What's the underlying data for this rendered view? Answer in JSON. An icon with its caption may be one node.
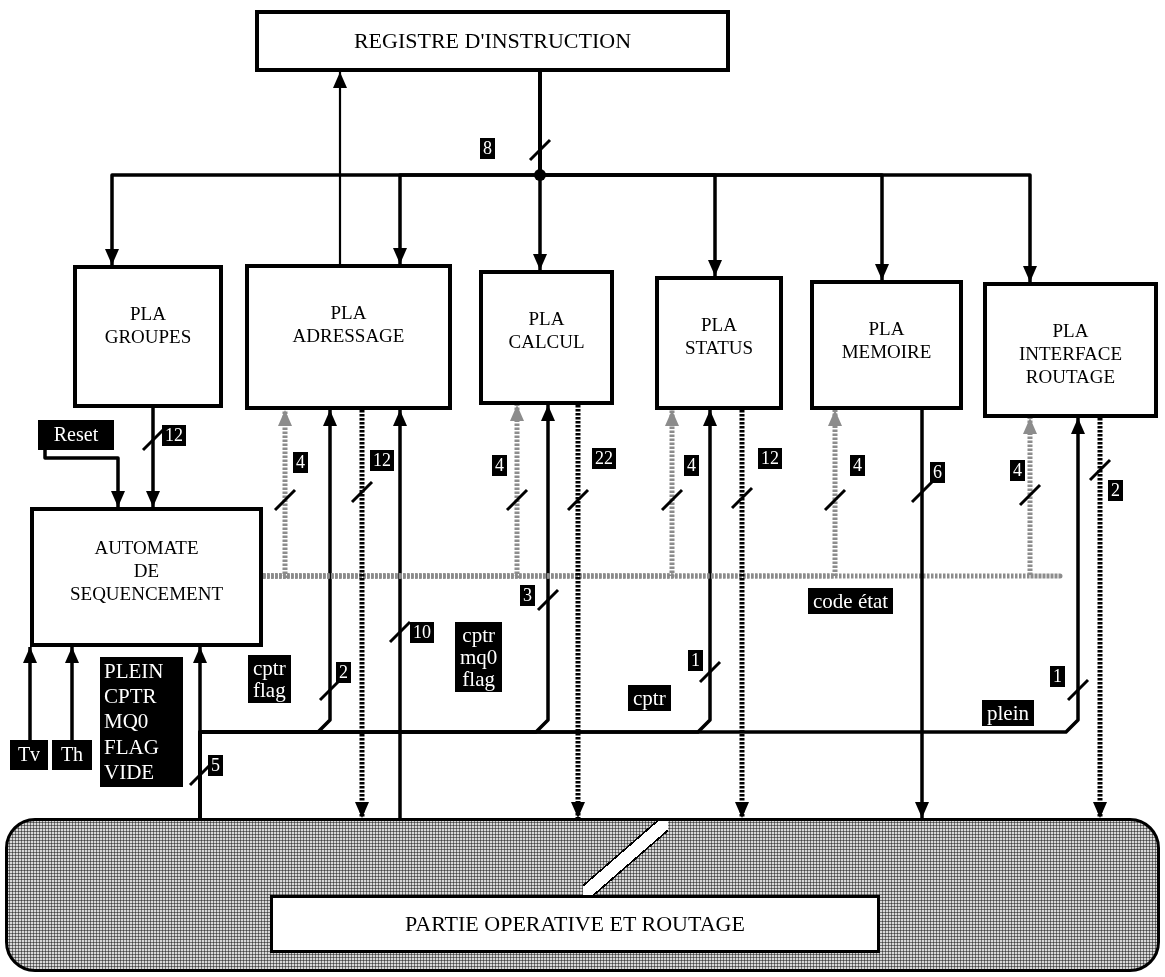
{
  "diagram": {
    "nodes": [
      {
        "text": [
          "REGISTRE D'INSTRUCTION"
        ]
      },
      {
        "text": [
          "PLA GROUPES"
        ]
      },
      {
        "text": [
          "PLA ADRESSAGE"
        ]
      },
      {
        "text": [
          "PLA CALCUL"
        ]
      },
      {
        "text": [
          "PLA STATUS"
        ]
      },
      {
        "text": [
          "PLA MEMOIRE"
        ]
      },
      {
        "text": [
          "PLA INTERFACE ROUTAGE"
        ]
      },
      {
        "text": [
          "AUTOMATE DE SEQUENCEMENT"
        ]
      },
      {
        "text": [],
        "shape": "box"
      },
      {
        "text": [
          "PARTIE OPERATIVE ET ROUTAGE"
        ],
        "in": 8
      },
      {
        "text": [
          "Reset"
        ]
      },
      {
        "text": [
          "Tv"
        ]
      },
      {
        "text": [
          "Th"
        ]
      }
    ],
    "edges": [
      {
        "from": 0,
        "to": 1,
        "arrow": "to"
      },
      {
        "from": 0,
        "to": 2,
        "arrow": "to"
      },
      {
        "from": 0,
        "to": 3,
        "arrow": "to"
      },
      {
        "from": 0,
        "to": 4,
        "arrow": "to"
      },
      {
        "from": 0,
        "to": 5,
        "arrow": "to"
      },
      {
        "from": 0,
        "to": 6,
        "arrow": "to"
      },
      {
        "from": 2,
        "to": 0,
        "arrow": "to"
      },
      {
        "from": 1,
        "to": 7,
        "arrow": "to",
        "label": "12"
      },
      {
        "from": 10,
        "to": 7,
        "arrow": "to"
      },
      {
        "from": 11,
        "to": 7,
        "arrow": "to"
      },
      {
        "from": 12,
        "to": 7,
        "arrow": "to"
      },
      {
        "from": 8,
        "to": 7,
        "arrow": "to",
        "label": "5"
      },
      {
        "from": 8,
        "to": 2,
        "arrow": "to",
        "label": "2"
      },
      {
        "from": 8,
        "to": 3,
        "arrow": "to",
        "label": "3"
      },
      {
        "from": 8,
        "to": 4,
        "arrow": "to",
        "label": "1"
      },
      {
        "from": 8,
        "to": 6,
        "arrow": "to",
        "label": "1"
      },
      {
        "from": 8,
        "to": 2,
        "arrow": "to",
        "label": "10"
      },
      {
        "from": 7,
        "to": 2,
        "arrow": "to",
        "label": "4",
        "style": "dashed",
        "color": "#8c8c8c"
      },
      {
        "from": 7,
        "to": 3,
        "arrow": "to",
        "label": "4",
        "style": "dashed",
        "color": "#8c8c8c"
      },
      {
        "from": 7,
        "to": 4,
        "arrow": "to",
        "label": "4",
        "style": "dashed",
        "color": "#8c8c8c"
      },
      {
        "from": 7,
        "to": 5,
        "arrow": "to",
        "label": "4",
        "style": "dashed",
        "color": "#8c8c8c"
      },
      {
        "from": 7,
        "to": 6,
        "arrow": "to",
        "label": "4",
        "style": "dashed",
        "color": "#8c8c8c"
      },
      {
        "from": 2,
        "to": 8,
        "arrow": "to",
        "label": "12",
        "style": "dashed"
      },
      {
        "from": 3,
        "to": 8,
        "arrow": "to",
        "label": "22",
        "style": "dashed"
      },
      {
        "from": 4,
        "to": 8,
        "arrow": "to",
        "label": "12",
        "style": "dashed"
      },
      {
        "from": 5,
        "to": 8,
        "arrow": "to",
        "label": "6"
      },
      {
        "from": 6,
        "to": 8,
        "arrow": "to",
        "label": "2",
        "style": "dashed"
      }
    ],
    "labels": [
      "8",
      "code état",
      "cptr mq0 flag",
      "cptr flag",
      "PLEIN CPTR MQ0 FLAG VIDE",
      "cptr",
      "plein"
    ]
  }
}
